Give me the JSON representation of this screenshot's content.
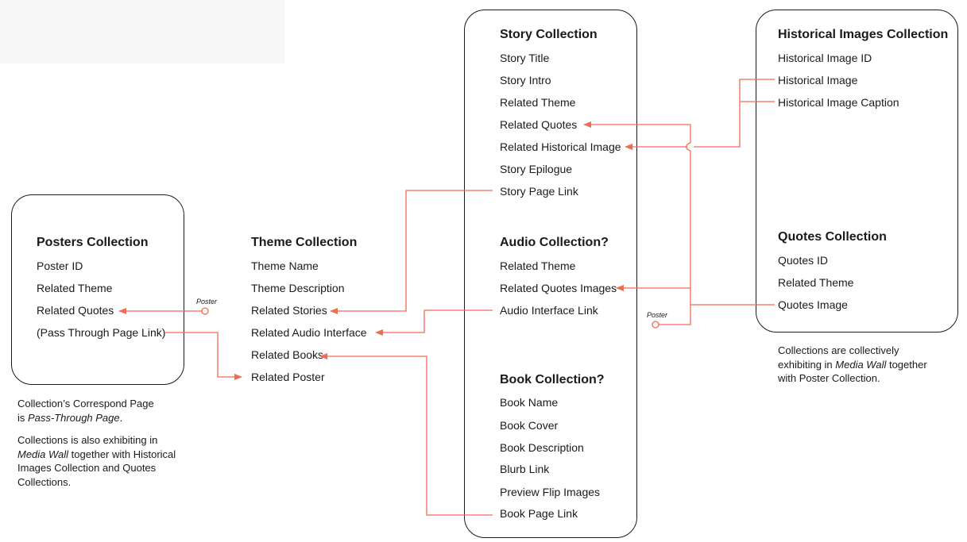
{
  "posters": {
    "title": "Posters Collection",
    "fields": [
      "Poster ID",
      "Related Theme",
      "Related Quotes",
      "(Pass Through Page Link)"
    ]
  },
  "theme": {
    "title": "Theme Collection",
    "fields": [
      "Theme Name",
      "Theme Description",
      "Related Stories",
      "Related Audio Interface",
      "Related Books",
      "Related Poster"
    ]
  },
  "story": {
    "title": "Story Collection",
    "fields": [
      "Story Title",
      "Story Intro",
      "Related Theme",
      "Related Quotes",
      "Related Historical Image",
      "Story Epilogue",
      "Story Page Link"
    ]
  },
  "audio": {
    "title": "Audio Collection?",
    "fields": [
      "Related Theme",
      "Related Quotes Images",
      "Audio Interface Link"
    ]
  },
  "book": {
    "title": "Book Collection?",
    "fields": [
      "Book Name",
      "Book Cover",
      "Book Description",
      "Blurb Link",
      "Preview Flip Images",
      "Book Page Link"
    ]
  },
  "historical": {
    "title": "Historical Images Collection",
    "fields": [
      "Historical Image ID",
      "Historical Image",
      "Historical Image Caption"
    ]
  },
  "quotes": {
    "title": "Quotes Collection",
    "fields": [
      "Quotes ID",
      "Related Theme",
      "Quotes Image"
    ]
  },
  "notes": {
    "posters_a": [
      "Collection’s Correspond Page",
      "is ",
      "Pass-Through Page",
      "."
    ],
    "posters_b": [
      "Collections is also exhibiting in",
      "Media Wall",
      " together with Historical",
      "Images Collection and Quotes",
      "Collections."
    ],
    "right": [
      "Collections are collectively",
      "exhibiting in ",
      "Media Wall",
      " together",
      "with Poster Collection."
    ]
  },
  "labels": {
    "poster_left": "Poster",
    "poster_right": "Poster"
  },
  "colors": {
    "link": "#f26b55",
    "border": "#1a1a1a"
  }
}
